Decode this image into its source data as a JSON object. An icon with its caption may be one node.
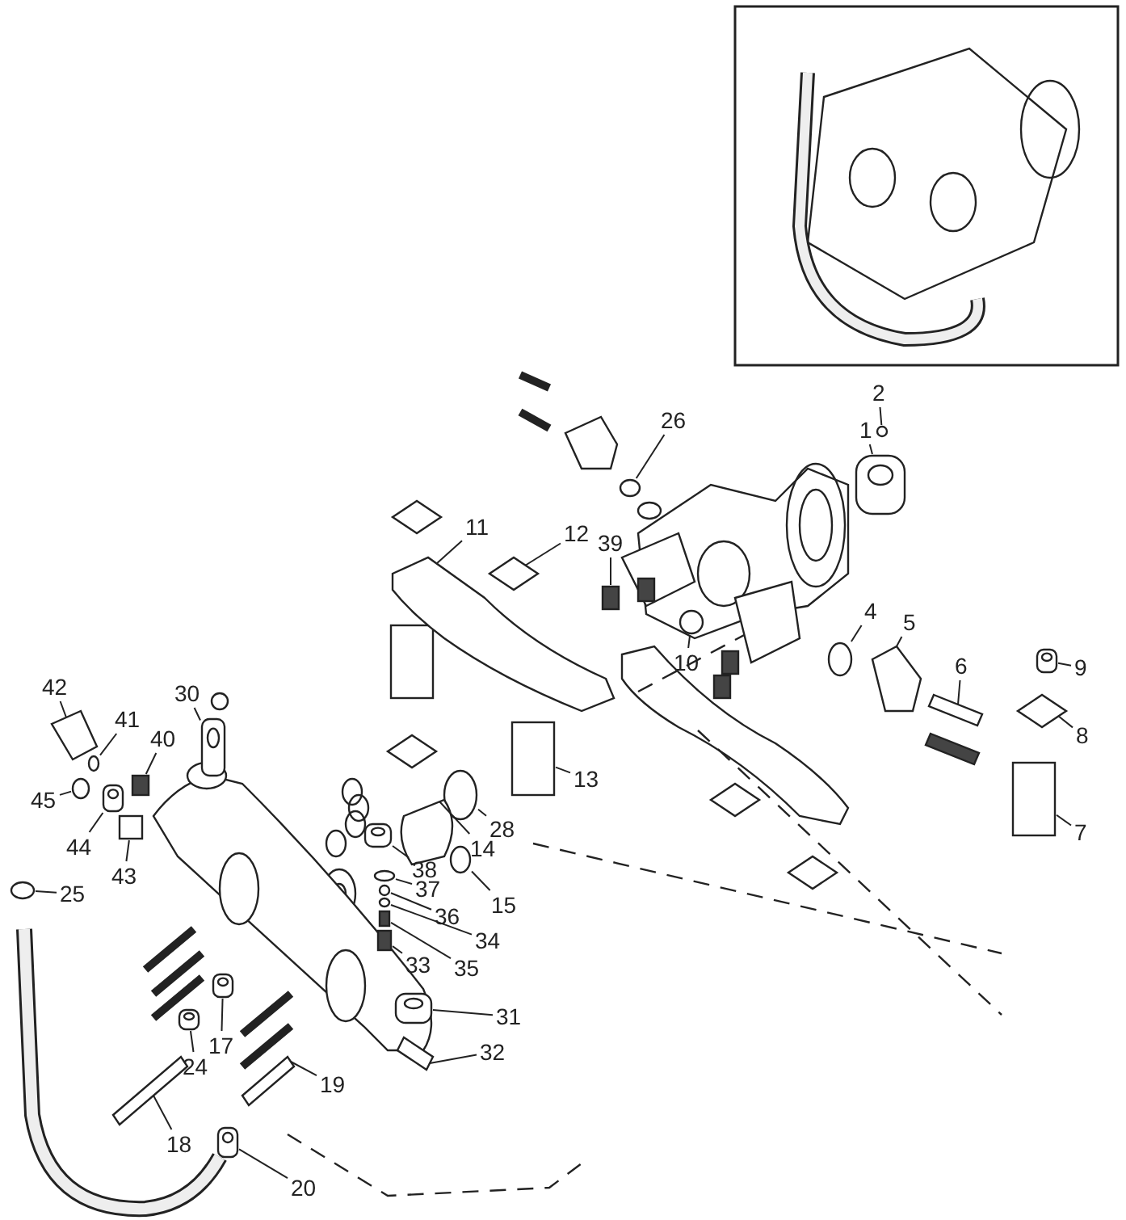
{
  "diagram": {
    "nodes": [
      {
        "text": [
          "2"
        ]
      },
      {
        "text": [
          "26"
        ]
      },
      {
        "text": [
          "1"
        ]
      },
      {
        "text": [
          "11"
        ]
      },
      {
        "text": [
          "12"
        ]
      },
      {
        "text": [
          "39"
        ]
      },
      {
        "text": [
          "4"
        ]
      },
      {
        "text": [
          "5"
        ]
      },
      {
        "text": [
          "10"
        ]
      },
      {
        "text": [
          "9"
        ]
      },
      {
        "text": [
          "6"
        ]
      },
      {
        "text": [
          "30"
        ]
      },
      {
        "text": [
          "42"
        ]
      },
      {
        "text": [
          "8"
        ]
      },
      {
        "text": [
          "41"
        ]
      },
      {
        "text": [
          "40"
        ]
      },
      {
        "text": [
          "13"
        ]
      },
      {
        "text": [
          "45"
        ]
      },
      {
        "text": [
          "28"
        ]
      },
      {
        "text": [
          "44"
        ]
      },
      {
        "text": [
          "14"
        ]
      },
      {
        "text": [
          "38"
        ]
      },
      {
        "text": [
          "43"
        ]
      },
      {
        "text": [
          "37"
        ]
      },
      {
        "text": [
          "7"
        ]
      },
      {
        "text": [
          "25"
        ]
      },
      {
        "text": [
          "15"
        ]
      },
      {
        "text": [
          "36"
        ]
      },
      {
        "text": [
          "34"
        ]
      },
      {
        "text": [
          "33"
        ]
      },
      {
        "text": [
          "35"
        ]
      },
      {
        "text": [
          "31"
        ]
      },
      {
        "text": [
          "32"
        ]
      },
      {
        "text": [
          "17"
        ]
      },
      {
        "text": [
          "24"
        ]
      },
      {
        "text": [
          "19"
        ]
      },
      {
        "text": [
          "18"
        ]
      },
      {
        "text": [
          "20"
        ]
      },
      {
        "text": [],
        "shape": "circle"
      },
      {
        "text": [],
        "shape": "circle"
      },
      {
        "text": [],
        "shape": "cylinder"
      },
      {
        "text": [],
        "shape": "picture"
      },
      {
        "text": [],
        "shape": "picture"
      },
      {
        "text": [],
        "shape": "bar"
      },
      {
        "text": [],
        "shape": "circle"
      },
      {
        "text": [],
        "shape": "picture"
      },
      {
        "text": [],
        "shape": "circle"
      },
      {
        "text": [],
        "shape": "cylinder"
      },
      {
        "text": [],
        "shape": "picture"
      },
      {
        "text": [],
        "shape": "cylinder"
      },
      {
        "text": [],
        "shape": "picture"
      },
      {
        "text": [],
        "shape": "picture"
      },
      {
        "text": [],
        "shape": "circle"
      },
      {
        "text": [],
        "shape": "bar"
      },
      {
        "text": [],
        "shape": "box"
      },
      {
        "text": [],
        "shape": "circle"
      },
      {
        "text": [],
        "shape": "circle"
      },
      {
        "text": [],
        "shape": "cylinder"
      },
      {
        "text": [],
        "shape": "picture"
      },
      {
        "text": [],
        "shape": "cylinder"
      },
      {
        "text": [],
        "shape": "box"
      },
      {
        "text": [],
        "shape": "circle"
      },
      {
        "text": [],
        "shape": "box"
      },
      {
        "text": [],
        "shape": "circle"
      },
      {
        "text": [],
        "shape": "circle"
      },
      {
        "text": [],
        "shape": "circle"
      },
      {
        "text": [],
        "shape": "circle"
      },
      {
        "text": [],
        "shape": "bar"
      },
      {
        "text": [],
        "shape": "bar"
      },
      {
        "text": [],
        "shape": "cylinder"
      },
      {
        "text": [],
        "shape": "picture"
      },
      {
        "text": [],
        "shape": "cylinder"
      },
      {
        "text": [],
        "shape": "cylinder"
      },
      {
        "text": [],
        "shape": "picture"
      },
      {
        "text": [],
        "shape": "picture"
      },
      {
        "text": [],
        "shape": "cylinder"
      }
    ],
    "edges": [
      {
        "from": 0,
        "to": 38,
        "arrow": "none"
      },
      {
        "from": 1,
        "to": 39,
        "arrow": "none"
      },
      {
        "from": 2,
        "to": 40,
        "arrow": "none"
      },
      {
        "from": 3,
        "to": 41,
        "arrow": "none"
      },
      {
        "from": 4,
        "to": 42,
        "arrow": "none"
      },
      {
        "from": 5,
        "to": 43,
        "arrow": "none"
      },
      {
        "from": 6,
        "to": 44,
        "arrow": "none"
      },
      {
        "from": 7,
        "to": 45,
        "arrow": "none"
      },
      {
        "from": 8,
        "to": 46,
        "arrow": "none"
      },
      {
        "from": 9,
        "to": 47,
        "arrow": "none"
      },
      {
        "from": 10,
        "to": 48,
        "arrow": "none"
      },
      {
        "from": 11,
        "to": 49,
        "arrow": "none"
      },
      {
        "from": 12,
        "to": 50,
        "arrow": "none"
      },
      {
        "from": 13,
        "to": 51,
        "arrow": "none"
      },
      {
        "from": 14,
        "to": 52,
        "arrow": "none"
      },
      {
        "from": 15,
        "to": 53,
        "arrow": "none"
      },
      {
        "from": 16,
        "to": 54,
        "arrow": "none"
      },
      {
        "from": 17,
        "to": 55,
        "arrow": "none"
      },
      {
        "from": 18,
        "to": 56,
        "arrow": "none"
      },
      {
        "from": 19,
        "to": 57,
        "arrow": "none"
      },
      {
        "from": 20,
        "to": 58,
        "arrow": "none"
      },
      {
        "from": 21,
        "to": 59,
        "arrow": "none"
      },
      {
        "from": 22,
        "to": 60,
        "arrow": "none"
      },
      {
        "from": 23,
        "to": 61,
        "arrow": "none"
      },
      {
        "from": 24,
        "to": 62,
        "arrow": "none"
      },
      {
        "from": 25,
        "to": 63,
        "arrow": "none"
      },
      {
        "from": 26,
        "to": 64,
        "arrow": "none"
      },
      {
        "from": 27,
        "to": 65,
        "arrow": "none"
      },
      {
        "from": 28,
        "to": 66,
        "arrow": "none"
      },
      {
        "from": 29,
        "to": 67,
        "arrow": "none"
      },
      {
        "from": 30,
        "to": 68,
        "arrow": "none"
      },
      {
        "from": 31,
        "to": 69,
        "arrow": "none"
      },
      {
        "from": 32,
        "to": 70,
        "arrow": "none"
      },
      {
        "from": 33,
        "to": 71,
        "arrow": "none"
      },
      {
        "from": 34,
        "to": 72,
        "arrow": "none"
      },
      {
        "from": 35,
        "to": 73,
        "arrow": "none"
      },
      {
        "from": 36,
        "to": 74,
        "arrow": "none"
      },
      {
        "from": 37,
        "to": 75,
        "arrow": "none"
      }
    ]
  }
}
